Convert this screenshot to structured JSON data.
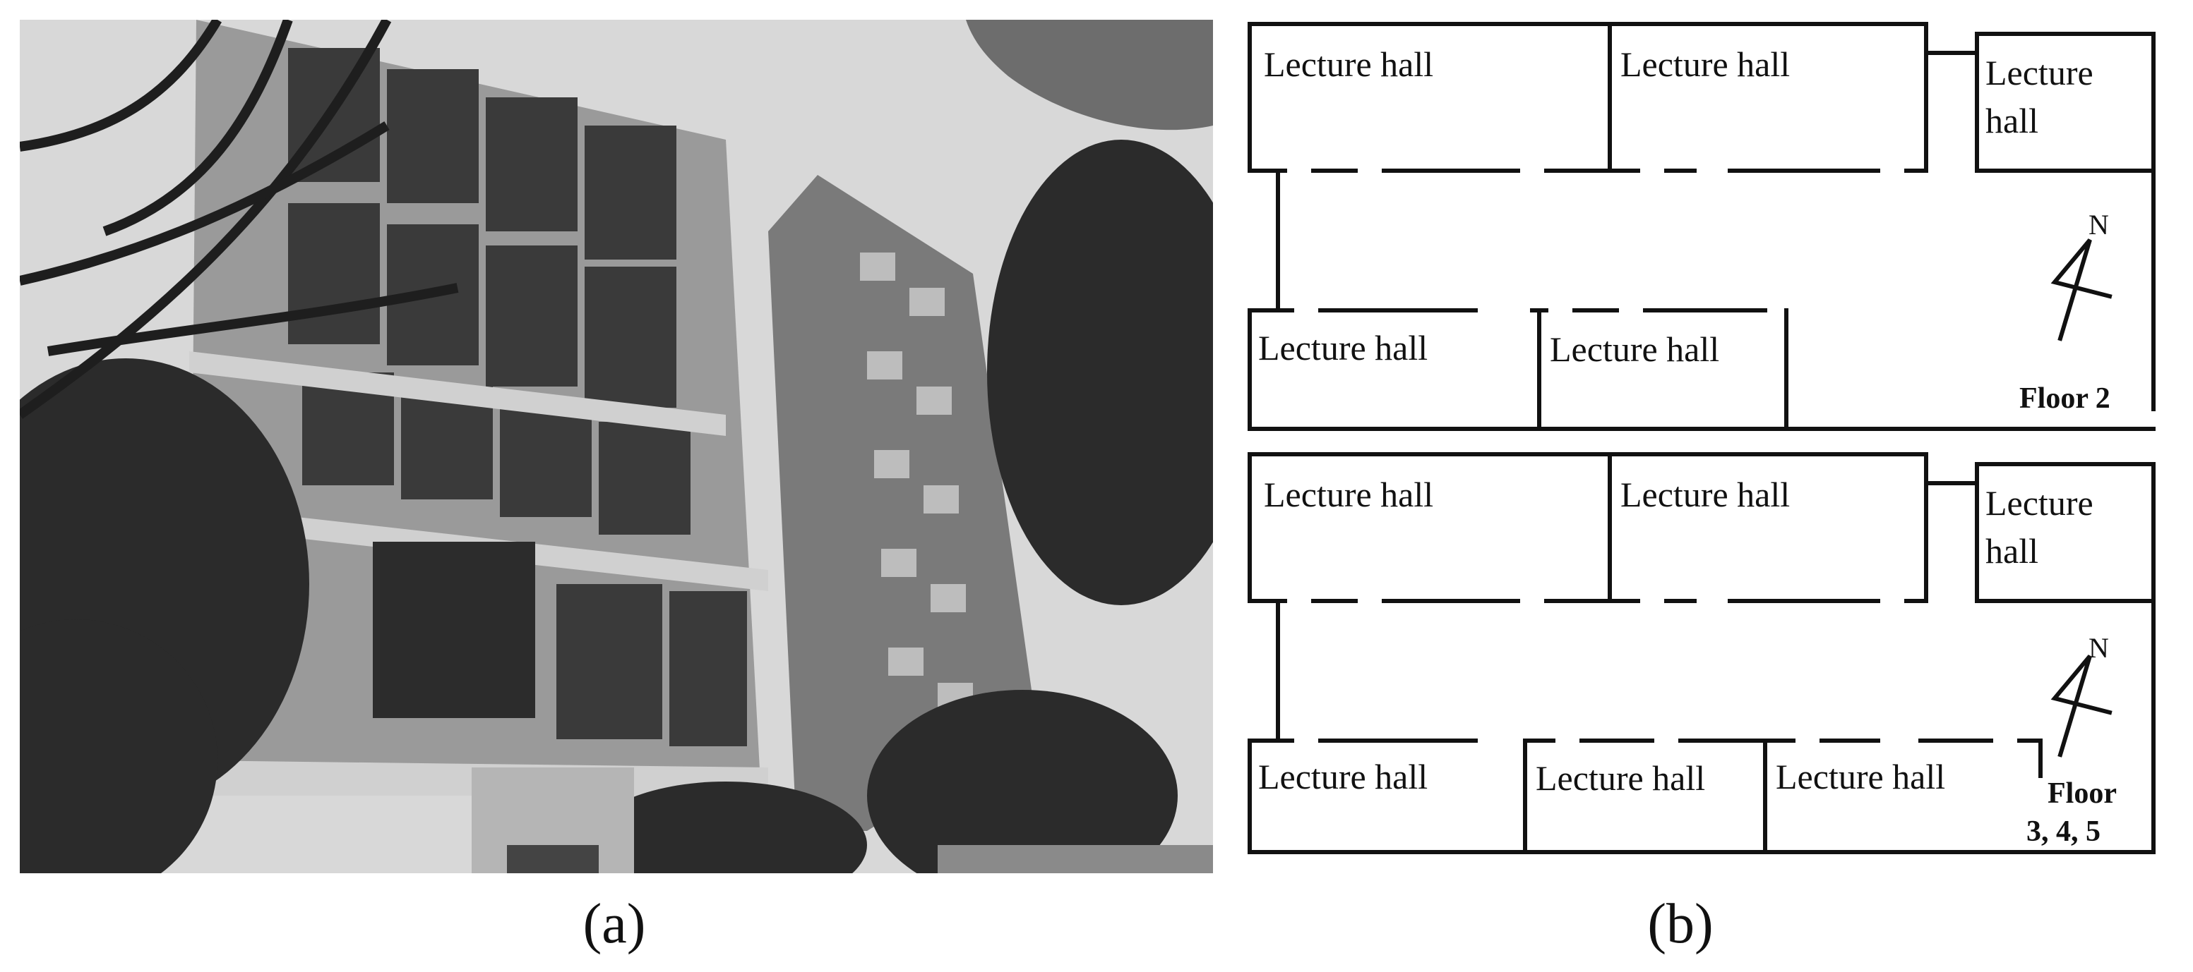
{
  "figure": {
    "caption_a": "(a)",
    "caption_b": "(b)"
  },
  "photo": {
    "description_icon": "building-photo"
  },
  "plan": {
    "floor2": {
      "label": "Floor 2",
      "north": "N",
      "rooms_top": [
        "Lecture hall",
        "Lecture hall",
        "Lecture",
        "hall"
      ],
      "rooms_bottom": [
        "Lecture hall",
        "Lecture hall"
      ]
    },
    "floor345": {
      "label_line1": "Floor",
      "label_line2": "3, 4, 5",
      "north": "N",
      "rooms_top": [
        "Lecture hall",
        "Lecture hall",
        "Lecture",
        "hall"
      ],
      "rooms_bottom": [
        "Lecture hall",
        "Lecture hall",
        "Lecture hall"
      ]
    }
  }
}
